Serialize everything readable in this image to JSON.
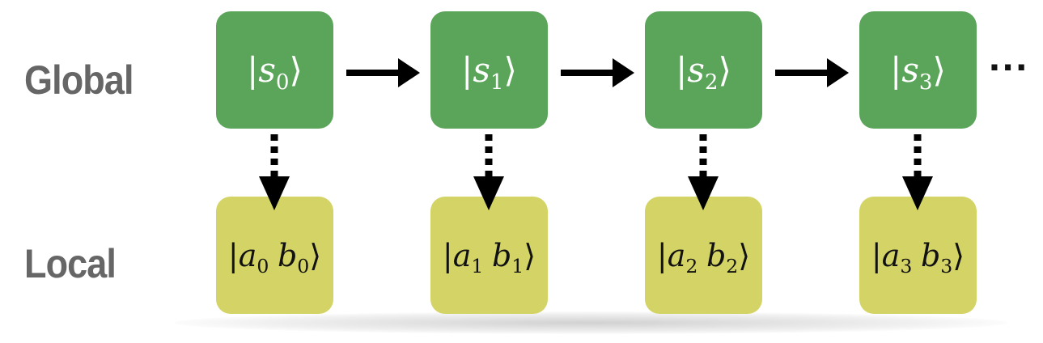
{
  "row_labels": {
    "global": "Global",
    "local": "Local"
  },
  "global_states": [
    {
      "symbol": "s",
      "index": "0"
    },
    {
      "symbol": "s",
      "index": "1"
    },
    {
      "symbol": "s",
      "index": "2"
    },
    {
      "symbol": "s",
      "index": "3"
    }
  ],
  "local_states": [
    {
      "a": "a",
      "a_index": "0",
      "b": "b",
      "b_index": "0"
    },
    {
      "a": "a",
      "a_index": "1",
      "b": "b",
      "b_index": "1"
    },
    {
      "a": "a",
      "a_index": "2",
      "b": "b",
      "b_index": "2"
    },
    {
      "a": "a",
      "a_index": "3",
      "b": "b",
      "b_index": "3"
    }
  ],
  "ket_open": "|",
  "ket_close": "⟩",
  "continuation": "···",
  "colors": {
    "global_box": "#5ba55a",
    "local_box": "#d4d466",
    "label_text": "#666666",
    "arrow": "#000000"
  }
}
